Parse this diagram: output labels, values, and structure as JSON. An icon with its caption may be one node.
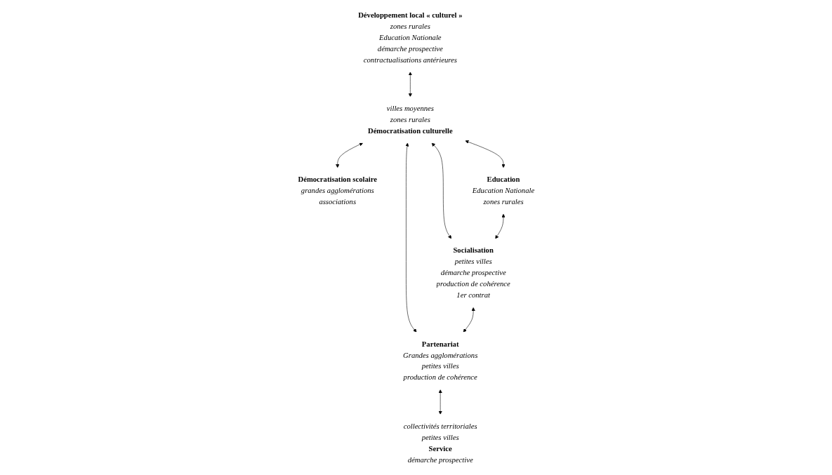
{
  "diagram": {
    "nodes": [
      {
        "text": [
          "Développement local « culturel »",
          "zones rurales",
          "Education Nationale",
          "démarche prospective",
          "contractualisations antérieures"
        ]
      },
      {
        "text": [
          "villes moyennes",
          "zones rurales",
          "Démocratisation culturelle"
        ]
      },
      {
        "text": [
          "Démocratisation scolaire",
          "grandes agglomérations",
          "associations"
        ]
      },
      {
        "text": [
          "Education",
          "Education Nationale",
          "zones rurales"
        ]
      },
      {
        "text": [
          "Socialisation",
          "petites villes",
          "démarche prospective",
          "production de cohérence",
          "1er contrat"
        ]
      },
      {
        "text": [
          "Partenariat",
          "Grandes agglomérations",
          "petites villes",
          "production de cohérence"
        ]
      },
      {
        "text": [
          "collectivités territoriales",
          "petites villes",
          "Service",
          "démarche prospective"
        ]
      }
    ],
    "edges": [
      {
        "from": 0,
        "to": 1,
        "arrow": "both"
      },
      {
        "from": 1,
        "to": 2,
        "arrow": "both"
      },
      {
        "from": 1,
        "to": 3,
        "arrow": "both"
      },
      {
        "from": 1,
        "to": 4,
        "arrow": "both"
      },
      {
        "from": 1,
        "to": 5,
        "arrow": "both"
      },
      {
        "from": 3,
        "to": 4,
        "arrow": "both"
      },
      {
        "from": 4,
        "to": 5,
        "arrow": "both"
      },
      {
        "from": 5,
        "to": 6,
        "arrow": "both"
      }
    ]
  }
}
